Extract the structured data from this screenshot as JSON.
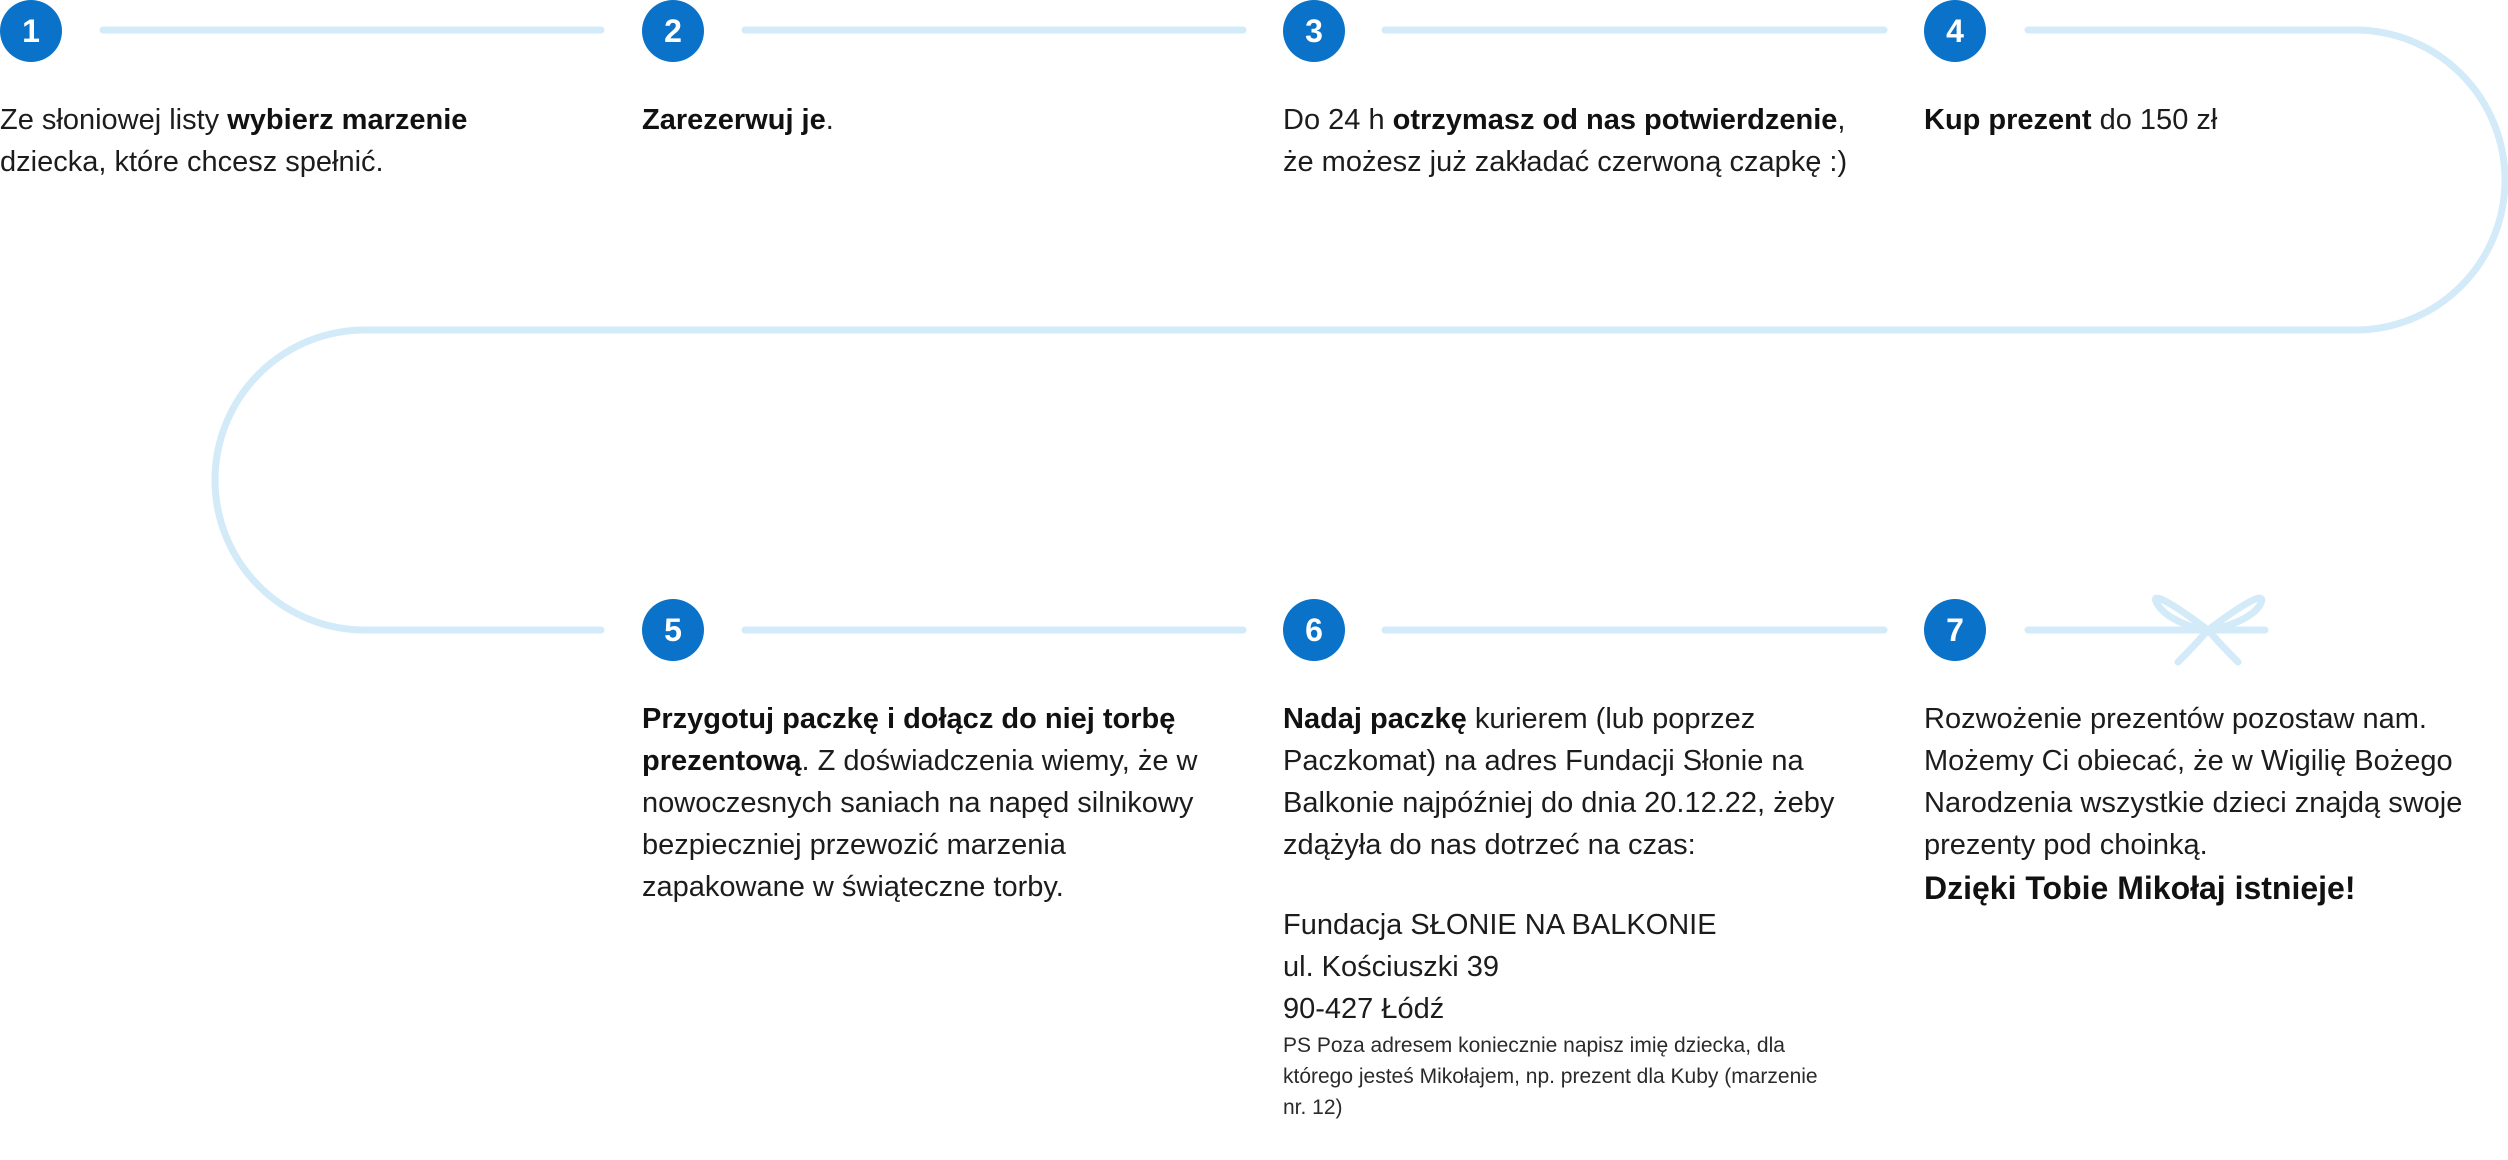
{
  "colors": {
    "accent": "#0a72c9",
    "path": "#d3eaf8",
    "text": "#1c1c1c"
  },
  "steps": [
    {
      "number": "1",
      "pre": "Ze słoniowej listy ",
      "bold": "wybierz marzenie",
      "post": " dziecka, które chcesz spełnić."
    },
    {
      "number": "2",
      "pre": "",
      "bold": "Zarezerwuj je",
      "post": "."
    },
    {
      "number": "3",
      "pre": "Do 24 h ",
      "bold": "otrzymasz od nas potwierdzenie",
      "post": ", że możesz już zakładać czerwoną czapkę :)"
    },
    {
      "number": "4",
      "pre": "",
      "bold": "Kup prezent",
      "post": " do 150 zł"
    },
    {
      "number": "5",
      "pre": "",
      "bold": "Przygotuj paczkę i dołącz do niej torbę prezentową",
      "post": ". Z doświadczenia wiemy, że w nowoczesnych saniach na napęd silnikowy bezpieczniej przewozić marzenia zapakowane w świąteczne torby."
    },
    {
      "number": "6",
      "pre": "",
      "bold": "Nadaj paczkę",
      "post": " kurierem (lub poprzez Paczkomat) na adres Fundacji Słonie na Balkonie najpóźniej do dnia 20.12.22, żeby zdążyła do nas dotrzeć na czas:",
      "address": {
        "line1": "Fundacja SŁONIE NA BALKONIE",
        "line2": "ul. Kościuszki 39",
        "line3": "90-427 Łódź"
      },
      "ps": "PS Poza adresem koniecznie napisz imię dziecka, dla którego jesteś Mikołajem, np. prezent dla Kuby (marzenie nr. 12)"
    },
    {
      "number": "7",
      "text": "Rozwożenie prezentów pozostaw nam. Możemy Ci obiecać, że w Wigilię Bożego Narodzenia wszystkie dzieci znajdą swoje prezenty pod choinką.",
      "closing": "Dzięki Tobie Mikołaj istnieje!"
    }
  ],
  "icons": {
    "end_of_path": "ribbon-bow-icon"
  }
}
